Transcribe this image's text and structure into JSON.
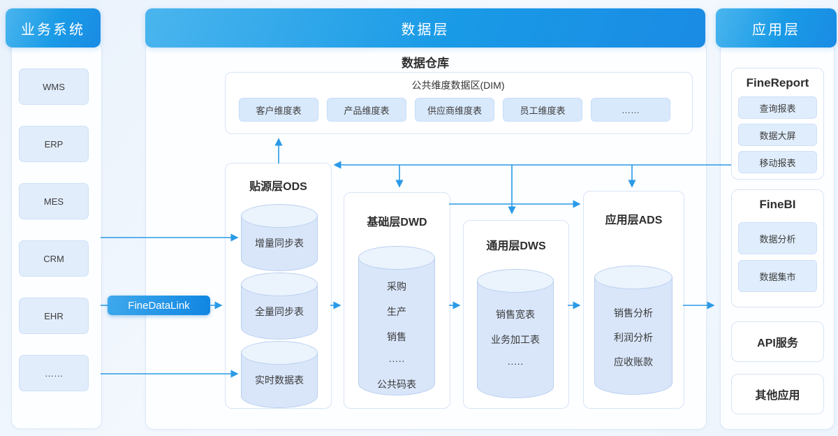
{
  "colors": {
    "header_gradient_start": "#4ab5ee",
    "header_gradient_end": "#1a8be4",
    "arrow": "#2a9ae7",
    "panel_border": "#d7e4f7",
    "chip_fill": "#e2edfc",
    "cylinder_fill": "#d9e6fa"
  },
  "business_systems": {
    "title": "业务系统",
    "items": [
      "WMS",
      "ERP",
      "MES",
      "CRM",
      "EHR",
      "……"
    ]
  },
  "etl_tool": {
    "label": "FineDataLink"
  },
  "data_layer": {
    "title": "数据层",
    "warehouse_title": "数据仓库",
    "dim": {
      "label": "公共维度数据区(DIM)",
      "tables": [
        "客户维度表",
        "产品维度表",
        "供应商维度表",
        "员工维度表",
        "……"
      ]
    },
    "ods": {
      "title": "贴源层ODS",
      "cylinders": [
        "增量同步表",
        "全量同步表",
        "实时数据表"
      ]
    },
    "dwd": {
      "title": "基础层DWD",
      "items": [
        "采购",
        "生产",
        "销售",
        "·····",
        "公共码表"
      ]
    },
    "dws": {
      "title": "通用层DWS",
      "items": [
        "销售宽表",
        "业务加工表",
        "·····"
      ]
    },
    "ads": {
      "title": "应用层ADS",
      "items": [
        "销售分析",
        "利润分析",
        "应收账款"
      ]
    }
  },
  "application_layer": {
    "title": "应用层",
    "finereport": {
      "title": "FineReport",
      "items": [
        "查询报表",
        "数据大屏",
        "移动报表"
      ]
    },
    "finebi": {
      "title": "FineBI",
      "items": [
        "数据分析",
        "数据集市"
      ]
    },
    "cards": [
      "API服务",
      "其他应用"
    ]
  }
}
